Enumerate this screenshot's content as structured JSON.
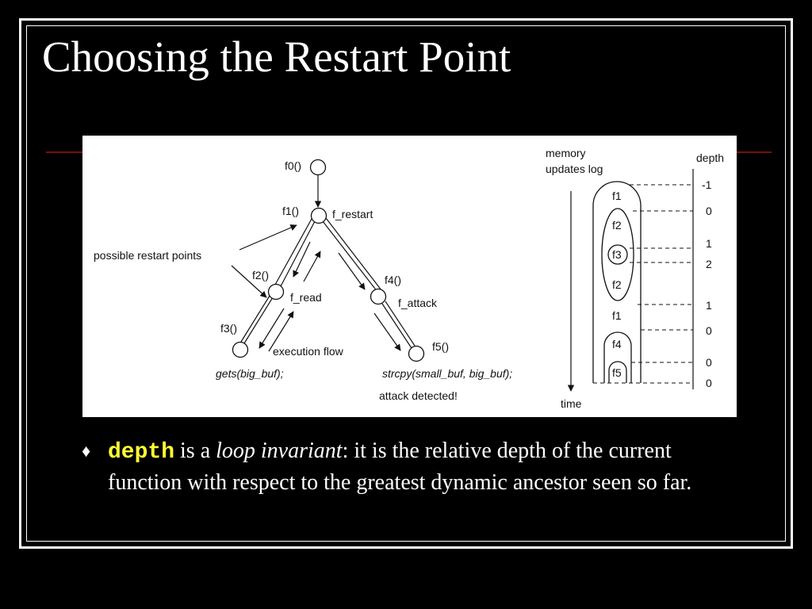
{
  "slide": {
    "title": "Choosing the Restart Point",
    "bullet_marker": "♦",
    "bullet": {
      "keyword": "depth",
      "text_a": " is a ",
      "emphasis": "loop invariant",
      "text_b": ": it is the relative depth of the current function with respect to the greatest dynamic ancestor seen so far."
    }
  },
  "diagram": {
    "tree": {
      "nodes": {
        "f0": "f0()",
        "f1": "f1()",
        "f2": "f2()",
        "f3": "f3()",
        "f4": "f4()",
        "f5": "f5()"
      },
      "f1_name": "f_restart",
      "f2_name": "f_read",
      "f4_name": "f_attack",
      "restart_label": "possible restart points",
      "flow_label": "execution flow",
      "f3_call": "gets(big_buf);",
      "f5_call": "strcpy(small_buf, big_buf);",
      "attack_label": "attack detected!"
    },
    "log": {
      "title_line1": "memory",
      "title_line2": "updates log",
      "time_label": "time",
      "depth_label": "depth",
      "entries": [
        "f1",
        "f2",
        "f3",
        "f2",
        "f1",
        "f4",
        "f5"
      ],
      "depth_values": [
        "-1",
        "0",
        "1",
        "2",
        "1",
        "0",
        "0",
        "0"
      ]
    }
  }
}
